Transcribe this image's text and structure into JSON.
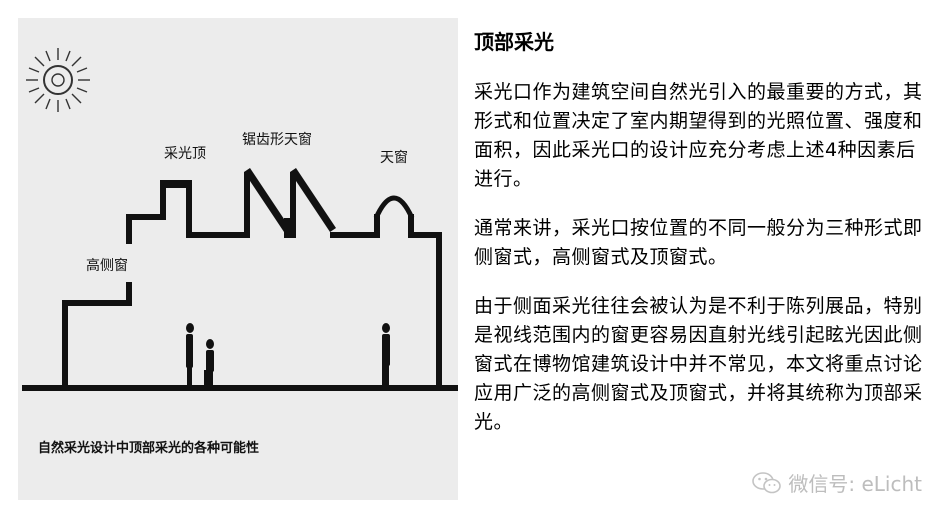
{
  "diagram": {
    "labels": {
      "high_side_window": "高侧窗",
      "skylight_top": "采光顶",
      "sawtooth_skylight": "锯齿形天窗",
      "skylight": "天窗"
    },
    "caption": "自然采光设计中顶部采光的各种可能性"
  },
  "text": {
    "heading": "顶部采光",
    "paragraphs": [
      "采光口作为建筑空间自然光引入的最重要的方式，其形式和位置决定了室内期望得到的光照位置、强度和面积，因此采光口的设计应充分考虑上述4种因素后进行。",
      "通常来讲，采光口按位置的不同一般分为三种形式即侧窗式，高侧窗式及顶窗式。",
      "由于侧面采光往往会被认为是不利于陈列展品，特别是视线范围内的窗更容易因直射光线引起眩光因此侧窗式在博物馆建筑设计中并不常见，本文将重点讨论应用广泛的高侧窗式及顶窗式，并将其统称为顶部采光。"
    ]
  },
  "watermark": {
    "icon": "wechat-icon",
    "text": "微信号: eLicht"
  }
}
